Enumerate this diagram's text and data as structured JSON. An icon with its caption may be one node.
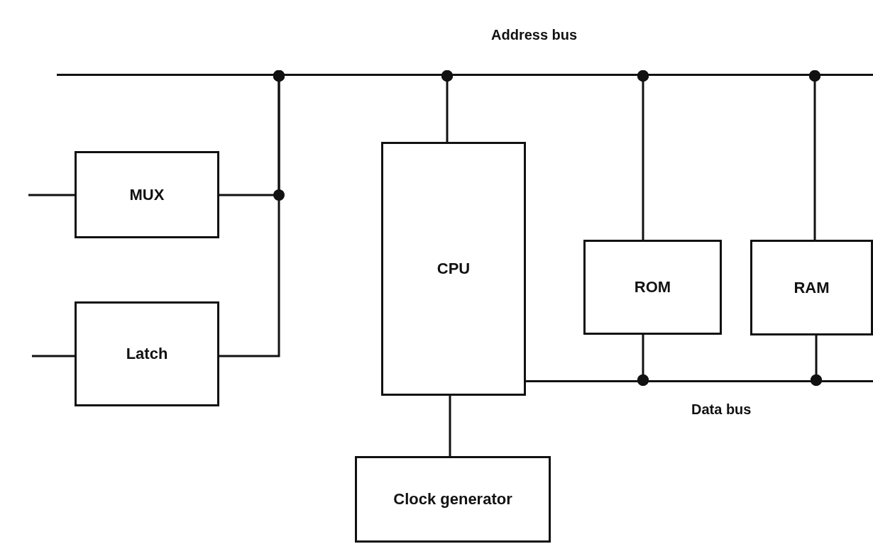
{
  "diagram": {
    "nodes": [
      {
        "text": [],
        "shape": "bar",
        "beside": [
          "Address bus"
        ]
      },
      {
        "text": [
          "MUX"
        ]
      },
      {
        "text": [
          "Latch"
        ]
      },
      {
        "text": [
          "CPU"
        ]
      },
      {
        "text": [
          "ROM"
        ]
      },
      {
        "text": [
          "RAM"
        ]
      },
      {
        "text": [],
        "shape": "bar",
        "beside": [
          "Data bus"
        ]
      },
      {
        "text": [
          "Clock generator"
        ]
      }
    ],
    "edges": [
      {
        "from": 1,
        "to": 0,
        "arrow": "other"
      },
      {
        "from": 2,
        "to": 0,
        "arrow": "other"
      },
      {
        "from": 3,
        "to": 0,
        "arrow": "other"
      },
      {
        "from": 4,
        "to": 0,
        "arrow": "other"
      },
      {
        "from": 5,
        "to": 0,
        "arrow": "other"
      },
      {
        "from": 3,
        "to": 6,
        "arrow": "none"
      },
      {
        "from": 4,
        "to": 6,
        "arrow": "other"
      },
      {
        "from": 5,
        "to": 6,
        "arrow": "other"
      },
      {
        "from": 7,
        "to": 3,
        "arrow": "none"
      },
      {
        "from": null,
        "to": 1,
        "arrow": "none"
      },
      {
        "from": null,
        "to": 2,
        "arrow": "none"
      }
    ]
  }
}
